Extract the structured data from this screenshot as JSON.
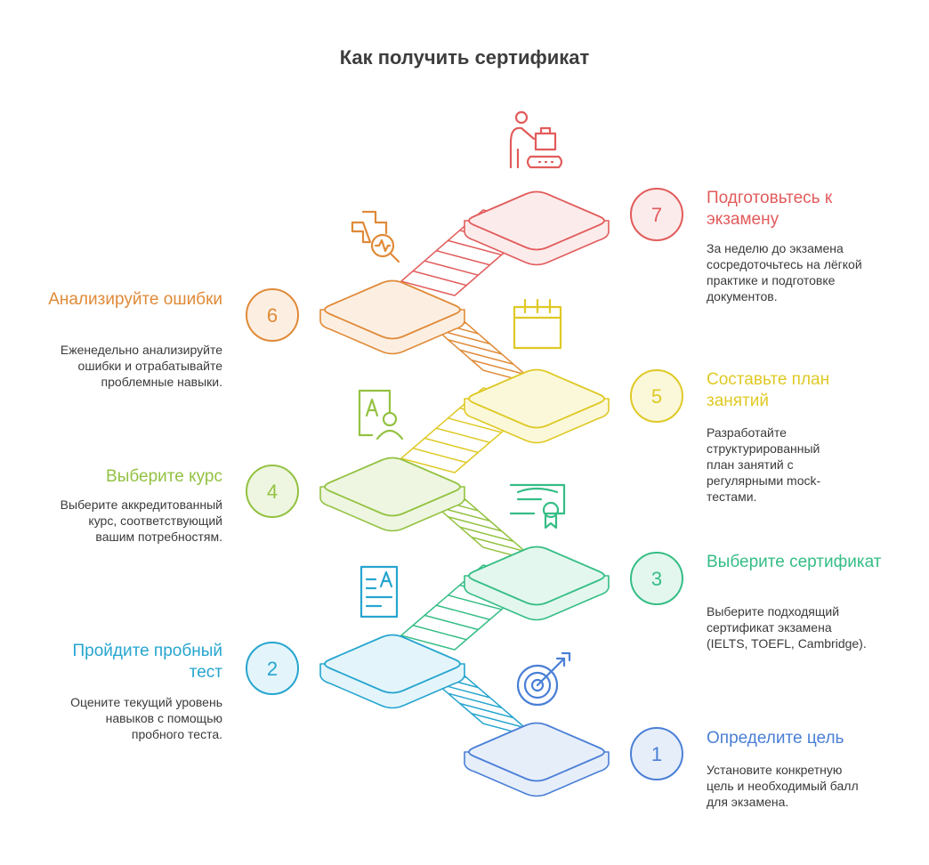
{
  "title": "Как получить сертификат",
  "steps": [
    {
      "num": "1",
      "title": "Определите цель",
      "desc": "Установите конкретную цель и необходимый балл для экзамена.",
      "color": "#4a7fd6",
      "fill": "#e6eefa",
      "icon": "target-icon"
    },
    {
      "num": "2",
      "title": "Пройдите пробный тест",
      "desc": "Оцените текущий уровень навыков с помощью пробного теста.",
      "color": "#26a5cf",
      "fill": "#e3f5fb",
      "icon": "test-document-icon"
    },
    {
      "num": "3",
      "title": "Выберите сертификат",
      "desc": "Выберите подходящий сертификат экзамена (IELTS, TOEFL, Cambridge).",
      "color": "#35bd85",
      "fill": "#e3f7ee",
      "icon": "certificate-icon"
    },
    {
      "num": "4",
      "title": "Выберите курс",
      "desc": "Выберите аккредитованный курс, соответствующий вашим потребностям.",
      "color": "#93c241",
      "fill": "#eef6e1",
      "icon": "course-icon"
    },
    {
      "num": "5",
      "title": "Составьте план занятий",
      "desc": "Разработайте структурированный план занятий с регулярными mock-тестами.",
      "color": "#dfc925",
      "fill": "#fbf8da",
      "icon": "calendar-icon"
    },
    {
      "num": "6",
      "title": "Анализируйте ошибки",
      "desc": "Еженедельно анализируйте ошибки и отрабатывайте проблемные навыки.",
      "color": "#e08a38",
      "fill": "#fcefe2",
      "icon": "health-check-icon"
    },
    {
      "num": "7",
      "title": "Подготовьтесь к экзамену",
      "desc": "За неделю до экзамена сосредоточьтесь на лёгкой практике и подготовке документов.",
      "color": "#e25b5b",
      "fill": "#fcebeb",
      "icon": "luggage-person-icon"
    }
  ]
}
